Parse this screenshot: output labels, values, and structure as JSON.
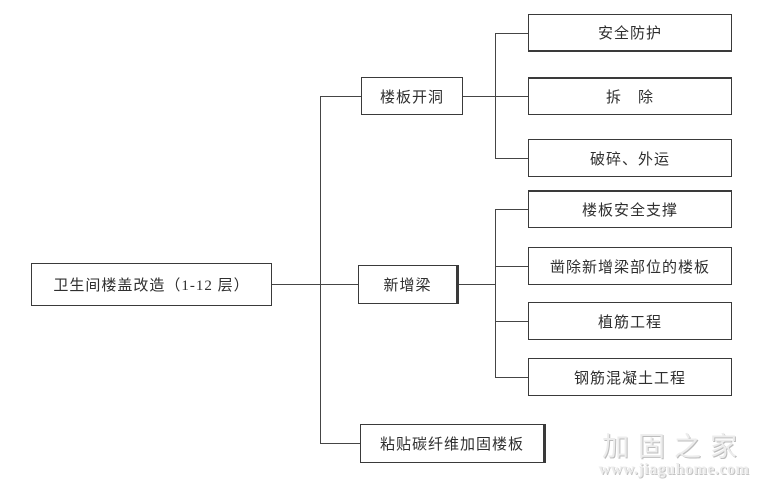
{
  "tree": {
    "root": {
      "label": "卫生间楼盖改造（1-12 层）",
      "children": [
        {
          "label": "楼板开洞",
          "children": [
            {
              "label": "安全防护"
            },
            {
              "label": "拆　除"
            },
            {
              "label": "破碎、外运"
            }
          ]
        },
        {
          "label": "新增梁",
          "children": [
            {
              "label": "楼板安全支撑"
            },
            {
              "label": "凿除新增梁部位的楼板"
            },
            {
              "label": "植筋工程"
            },
            {
              "label": "钢筋混凝土工程"
            }
          ]
        },
        {
          "label": "粘贴碳纤维加固楼板",
          "children": []
        }
      ]
    }
  },
  "watermark": {
    "brand": "加固之家",
    "site": "www.jiaguhome.com"
  },
  "colors": {
    "background": "#ffffff",
    "line": "#454545",
    "box_border": "#3a3a3a",
    "text": "#2f2f2f",
    "watermark": "#ececec"
  }
}
